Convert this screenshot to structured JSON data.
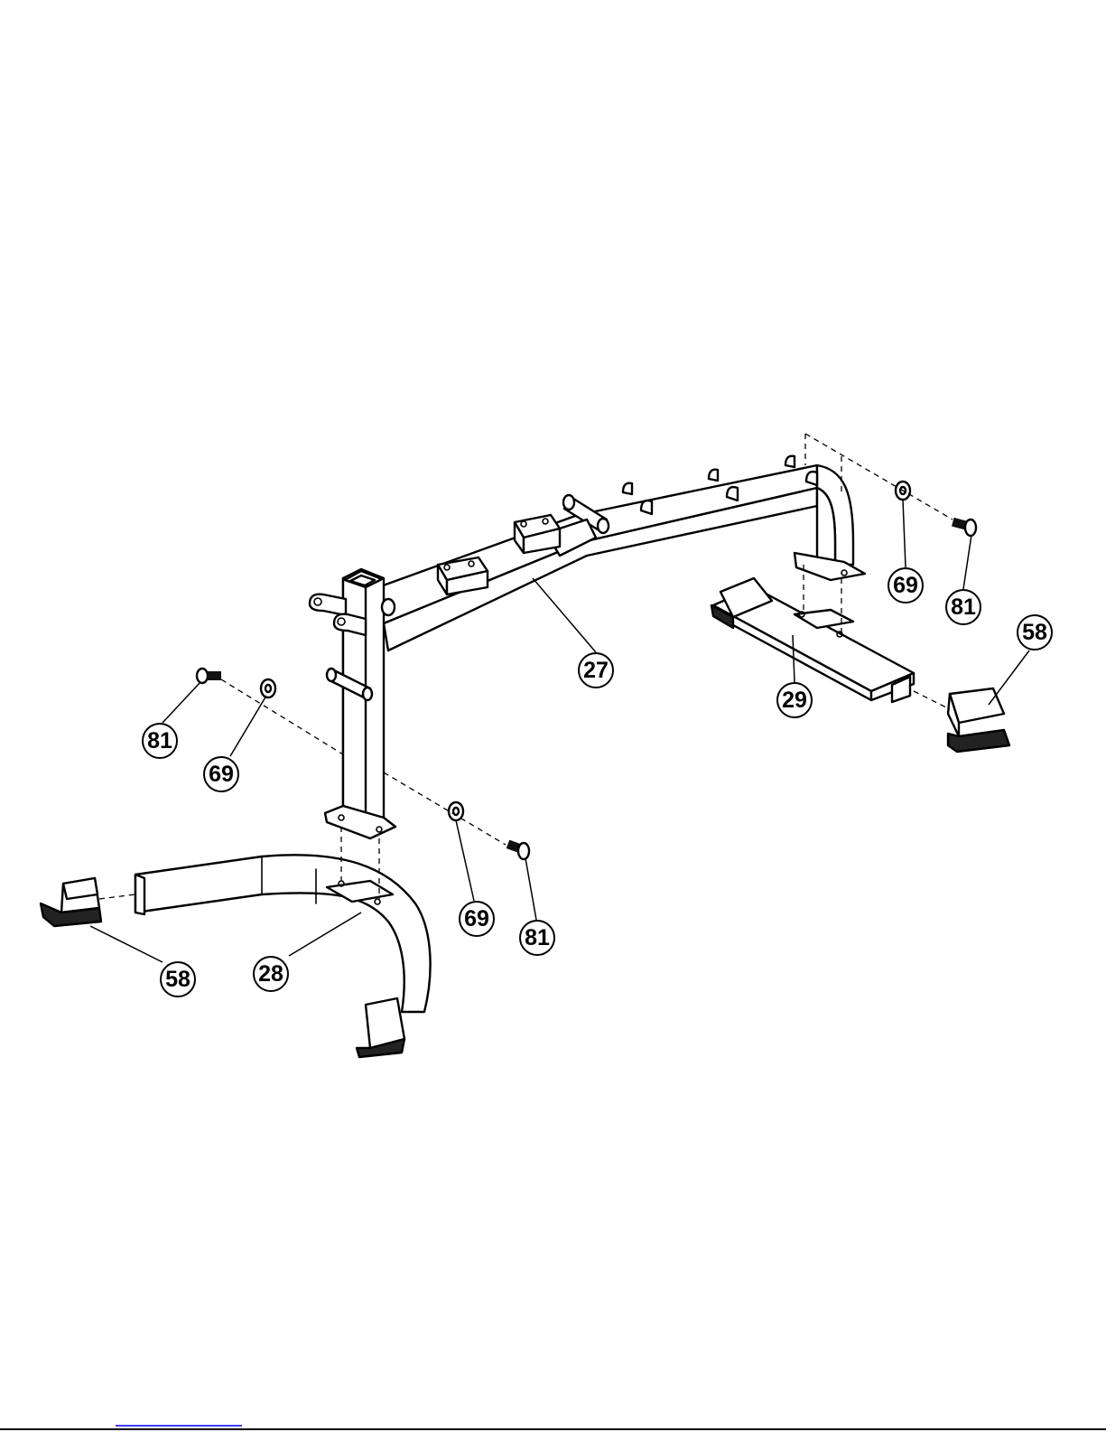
{
  "callouts": [
    {
      "id": "c27",
      "label": "27"
    },
    {
      "id": "c29",
      "label": "29"
    },
    {
      "id": "c28",
      "label": "28"
    },
    {
      "id": "c58a",
      "label": "58"
    },
    {
      "id": "c58b",
      "label": "58"
    },
    {
      "id": "c69a",
      "label": "69"
    },
    {
      "id": "c69b",
      "label": "69"
    },
    {
      "id": "c69c",
      "label": "69"
    },
    {
      "id": "c81a",
      "label": "81"
    },
    {
      "id": "c81b",
      "label": "81"
    },
    {
      "id": "c81c",
      "label": "81"
    }
  ]
}
